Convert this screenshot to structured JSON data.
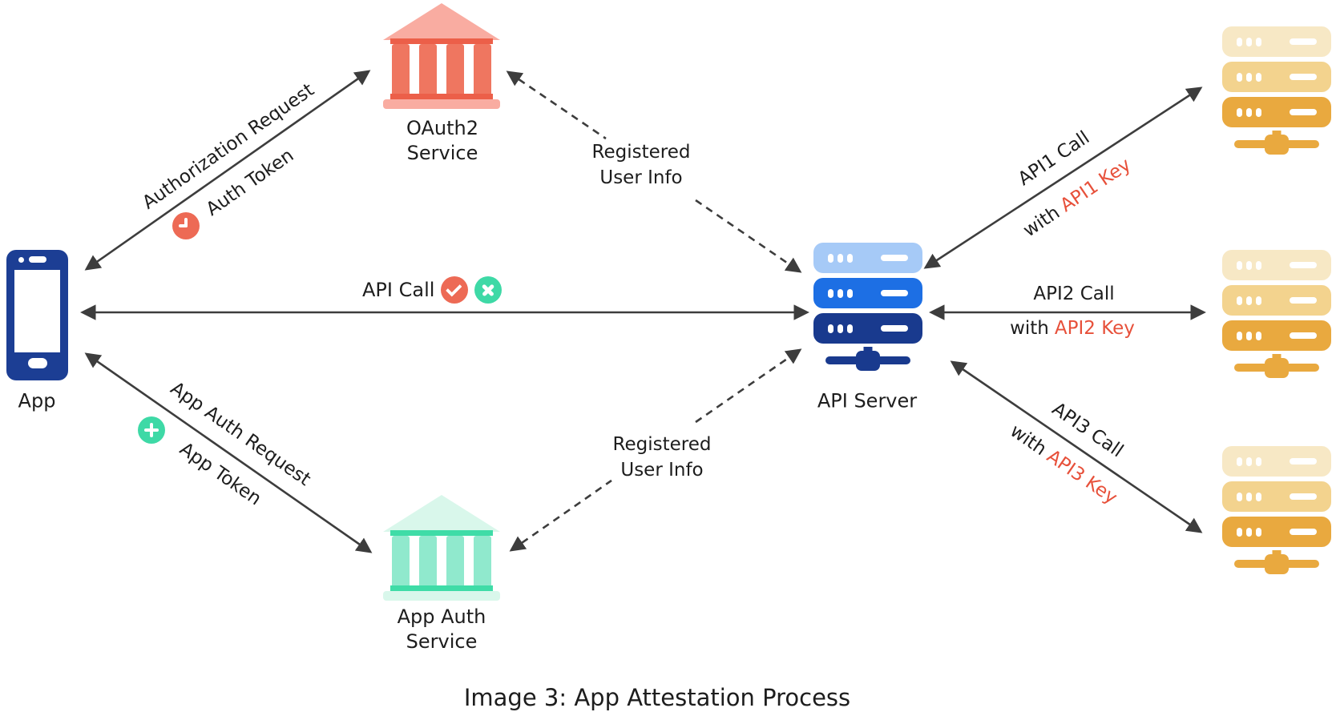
{
  "caption": "Image 3: App Attestation Process",
  "nodes": {
    "app": {
      "label": "App"
    },
    "oauth2_service": {
      "line1": "OAuth2",
      "line2": "Service"
    },
    "app_auth_service": {
      "line1": "App Auth",
      "line2": "Service"
    },
    "api_server": {
      "label": "API Server"
    }
  },
  "edges": {
    "authorization": {
      "request": "Authorization Request",
      "token": "Auth Token"
    },
    "api_call": {
      "label": "API Call"
    },
    "app_auth": {
      "request": "App Auth Request",
      "token": "App Token"
    },
    "registered_user_info_top": {
      "line1": "Registered",
      "line2": "User Info"
    },
    "registered_user_info_bottom": {
      "line1": "Registered",
      "line2": "User Info"
    },
    "api1": {
      "call": "API1 Call",
      "with": "with",
      "key": "API1 Key"
    },
    "api2": {
      "call": "API2 Call",
      "with": "with",
      "key": "API2 Key"
    },
    "api3": {
      "call": "API3 Call",
      "with": "with",
      "key": "API3 Key"
    }
  },
  "icons": {
    "app": "smartphone-icon",
    "oauth2_service": "bank-icon",
    "app_auth_service": "bank-icon",
    "api_server": "server-stack-icon",
    "api_backends": "server-stack-icon",
    "auth_token_badge": "clock-icon",
    "api_call_ok_badge": "check-icon",
    "api_call_fail_badge": "cross-icon",
    "app_token_badge": "plus-icon"
  },
  "colors": {
    "coral": "#ed6a55",
    "coral_light": "#f9aca1",
    "coral_dark": "#ec5f49",
    "mint": "#90e9cd",
    "mint_light": "#d9f7eb",
    "mint_dark": "#3fdca7",
    "green_badge": "#3ed9a6",
    "key_red": "#e7503a",
    "phone_navy": "#1c3e94",
    "server_blue_light": "#a6caf7",
    "server_blue": "#1d6fe4",
    "server_navy": "#193a8e",
    "server_gold_light": "#f7e8c5",
    "server_gold_mid": "#f3d38e",
    "server_gold": "#e9a93f",
    "arrow": "#3d3d3d",
    "text": "#1d1d1d"
  }
}
